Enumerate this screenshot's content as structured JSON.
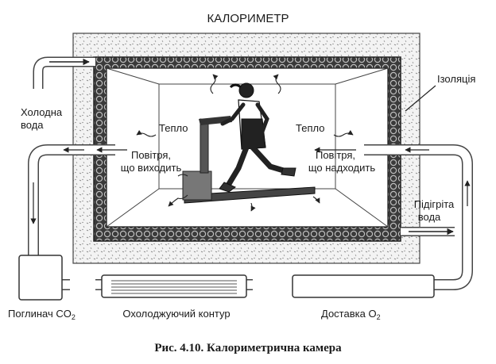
{
  "diagram": {
    "title": "КАЛОРИМЕТР",
    "insulation_label": "Ізоляція",
    "cold_water": {
      "line1": "Холодна",
      "line2": "вода"
    },
    "heat_left": "Тепло",
    "heat_right": "Тепло",
    "air_out": {
      "line1": "Повітря,",
      "line2": "що виходить"
    },
    "air_in": {
      "line1": "Повітря,",
      "line2": "що надходить"
    },
    "warm_water": {
      "line1": "Підігріта",
      "line2": "вода"
    },
    "co2_absorber": "Поглинач CO",
    "co2_sub": "2",
    "cooling_circuit": "Охолоджуючий контур",
    "o2_supply": "Доставка O",
    "o2_sub": "2",
    "caption": "Рис. 4.10. Калориметрична камера"
  }
}
